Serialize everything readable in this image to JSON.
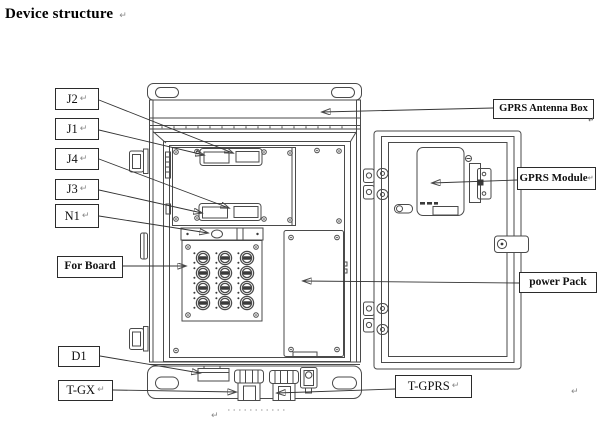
{
  "title": {
    "text": "Device structure",
    "mark": "↵"
  },
  "marks": {
    "paragraph": "↵"
  },
  "labels": {
    "j2": "J2",
    "j1": "J1",
    "j4": "J4",
    "j3": "J3",
    "n1": "N1",
    "for_board": "For Board",
    "d1": "D1",
    "t_gx": "T-GX",
    "gprs_antenna_box": "GPRS Antenna Box",
    "gprs_module": "GPRS Module",
    "power_pack": "power Pack",
    "t_gprs": "T-GPRS"
  },
  "colors": {
    "diagram_line": "#4a4a4a",
    "label_border": "#2b2b2b",
    "text": "#111111",
    "background": "#ffffff",
    "muted_mark": "#888888"
  }
}
